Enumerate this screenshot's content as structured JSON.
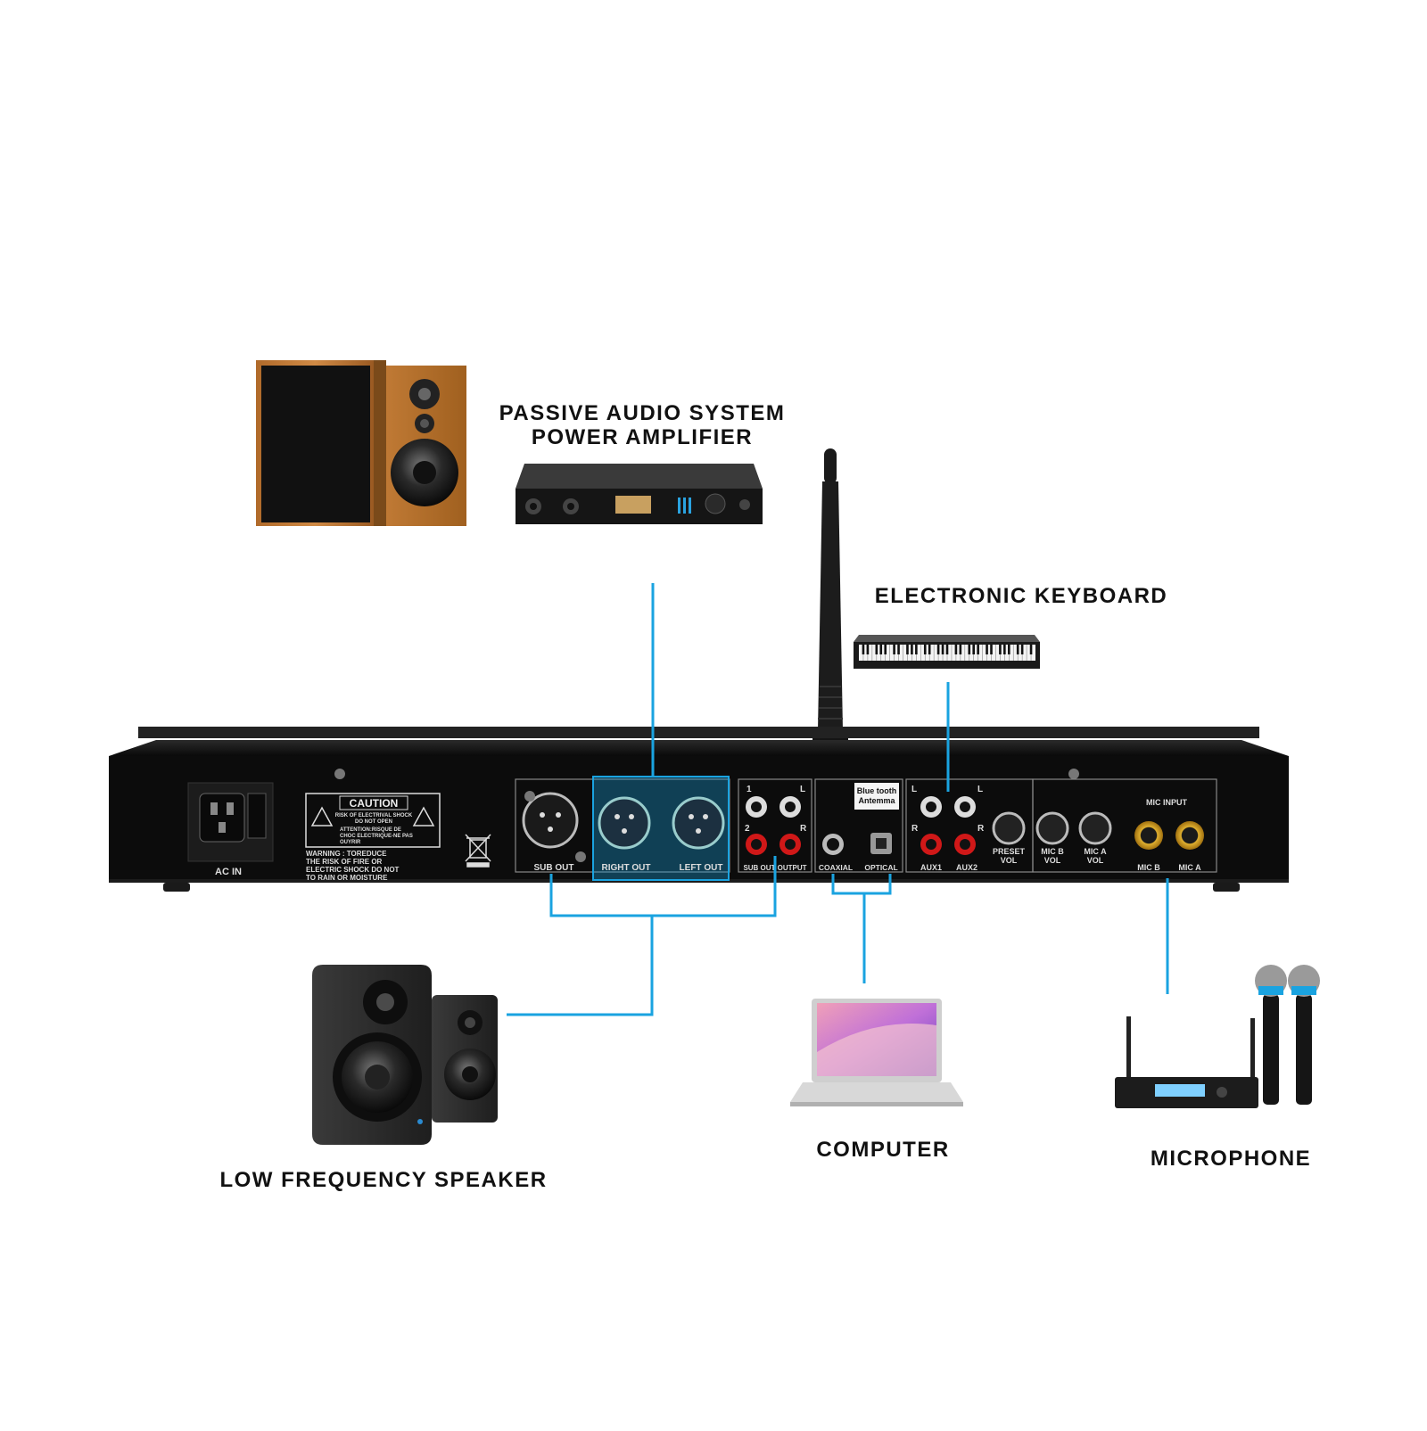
{
  "devices": {
    "passive": {
      "line1": "PASSIVE AUDIO SYSTEM",
      "line2": "POWER AMPLIFIER"
    },
    "keyboard": {
      "label": "ELECTRONIC KEYBOARD"
    },
    "low_freq": {
      "label": "LOW FREQUENCY SPEAKER"
    },
    "computer": {
      "label": "COMPUTER"
    },
    "microphone": {
      "label": "MICROPHONE"
    }
  },
  "panel": {
    "ac_in": "AC IN",
    "caution": {
      "title": "CAUTION",
      "line1": "RISK OF ELECTRIVAL SHOCK",
      "line2": "DO NOT OPEN",
      "line3": "ATTENTION:RISQUE DE",
      "line4": "CHOC ELECTRIQUE-NE PAS",
      "line5": "OUYRIR"
    },
    "warning": {
      "line1": "WARNING : TOREDUCE",
      "line2": "THE RISK OF FIRE OR",
      "line3": "ELECTRIC SHOCK DO NOT",
      "line4": "TO RAIN OR MOISTURE"
    },
    "sub_out": "SUB OUT",
    "right_out": "RIGHT OUT",
    "left_out": "LEFT OUT",
    "rca_1": "1",
    "rca_2": "2",
    "rca_l": "L",
    "rca_r": "R",
    "sub_out_output": "SUB OUT OUTPUT",
    "bluetooth_line1": "Blue tooth",
    "bluetooth_line2": "Antemma",
    "coaxial": "COAXIAL",
    "optical": "OPTICAL",
    "aux_l1": "L",
    "aux_l2": "L",
    "aux_r1": "R",
    "aux_r2": "R",
    "aux1": "AUX1",
    "aux2": "AUX2",
    "preset_line1": "PRESET",
    "preset_line2": "VOL",
    "micb_vol_line1": "MIC B",
    "micb_vol_line2": "VOL",
    "mica_vol_line1": "MIC A",
    "mica_vol_line2": "VOL",
    "mic_input": "MIC INPUT",
    "mic_b": "MIC B",
    "mic_a": "MIC A"
  },
  "colors": {
    "connector_line": "#1aa3e0",
    "panel": "#0c0c0c",
    "highlight": "#1aa3e0"
  },
  "icons": [
    "bookshelf-speaker-icon",
    "power-amplifier-icon",
    "antenna-icon",
    "keyboard-icon",
    "subwoofer-speaker-icon",
    "laptop-icon",
    "wireless-microphone-icon",
    "weee-bin-icon",
    "warning-triangle-icon"
  ]
}
